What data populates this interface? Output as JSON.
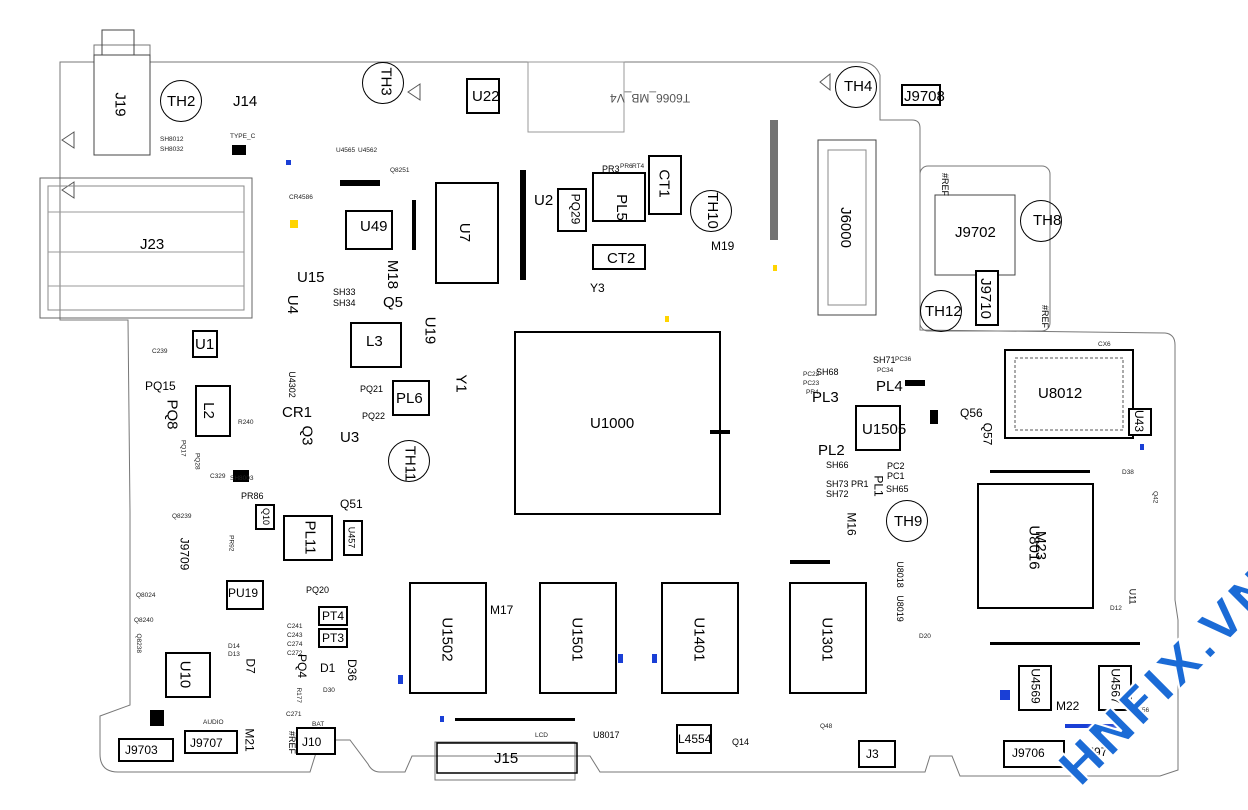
{
  "board": {
    "title": "T6066_MB_V4",
    "outline_color": "#777777",
    "chip_color": "#000000",
    "highlight_color": "#ffd400",
    "blue_marks_color": "#1a3fd6"
  },
  "watermark": {
    "text": "HNFIX.VN",
    "color": "#1b6bd6"
  },
  "components": {
    "J19": "J19",
    "TH2": "TH2",
    "J14": "J14",
    "TH3": "TH3",
    "U22": "U22",
    "TH4": "TH4",
    "J9708": "J9708",
    "U7": "U7",
    "U49": "U49",
    "J23": "J23",
    "U15": "U15",
    "M18": "M18",
    "Q5": "Q5",
    "U4": "U4",
    "U19": "U19",
    "L3": "L3",
    "U1": "U1",
    "PQ15": "PQ15",
    "L2": "L2",
    "PQ8": "PQ8",
    "U4302": "U4302",
    "CR1": "CR1",
    "U3": "U3",
    "Q3": "Q3",
    "PQ21": "PQ21",
    "PQ22": "PQ22",
    "PL6": "PL6",
    "Y1": "Y1",
    "TH11": "TH11",
    "U2": "U2",
    "PQ29": "PQ29",
    "PR3": "PR3",
    "PL5": "PL5",
    "CT1": "CT1",
    "CT2": "CT2",
    "Y3": "Y3",
    "TH10": "TH10",
    "M19": "M19",
    "U1000": "U1000",
    "J6000": "J6000",
    "TH8": "TH8",
    "J9702": "J9702",
    "J9710": "J9710",
    "TH12": "TH12",
    "U8012": "U8012",
    "Q56": "Q56",
    "Q57": "Q57",
    "U43": "U43",
    "U1505": "U1505",
    "PL3": "PL3",
    "PL4": "PL4",
    "PL2": "PL2",
    "PL1": "PL1",
    "TH9": "TH9",
    "M16": "M16",
    "U8016": "U8016",
    "M23": "M23",
    "Q51": "Q51",
    "Q10": "Q10",
    "PL11": "PL11",
    "U457": "U457",
    "J9709": "J9709",
    "PU19": "PU19",
    "PQ20": "PQ20",
    "PT4": "PT4",
    "PT3": "PT3",
    "U10": "U10",
    "D7": "D7",
    "PQ4": "PQ4",
    "D1": "D1",
    "D36": "D36",
    "J9703": "J9703",
    "J9707": "J9707",
    "M21": "M21",
    "J10": "J10",
    "U1502": "U1502",
    "M17": "M17",
    "U1501": "U1501",
    "U1401": "U1401",
    "U1301": "U1301",
    "J15": "J15",
    "L4554": "L4554",
    "Q14": "Q14",
    "J3": "J3",
    "U4569": "U4569",
    "U4567": "U4567",
    "M22": "M22",
    "J9706": "J9706",
    "J97": "J97",
    "SH68": "SH68",
    "SH71": "SH71",
    "SH66": "SH66",
    "SH73": "SH73",
    "SH72": "SH72",
    "SH65": "SH65",
    "SH33": "SH33",
    "SH34": "SH34",
    "PC2": "PC2",
    "PC1": "PC1",
    "PR1": "PR1",
    "PR86": "PR86",
    "U8018": "U8018",
    "U8019": "U8019",
    "U11": "U11",
    "U8017": "U8017"
  },
  "small_labels": {
    "ref1": "#REF",
    "ref2": "#REF",
    "ref3": "#REF",
    "audio": "AUDIO",
    "bat": "BAT",
    "lcd": "LCD",
    "typec": "TYPE_C",
    "cr4586": "CR4586",
    "q8251": "Q8251",
    "u4565": "U4565",
    "u4562": "U4562",
    "q8239": "Q8239",
    "q8024": "Q8024",
    "q8240": "Q8240",
    "q8238": "Q8238",
    "pc22": "PC22",
    "pc23": "PC23",
    "pc36": "PC36",
    "pc34": "PC34",
    "pr4": "PR4",
    "pr6": "PR6",
    "rt4": "RT4",
    "c239": "C239",
    "c329": "C329",
    "r240": "R240",
    "pq17": "PQ17",
    "pq28": "PQ28",
    "pr92": "PR92",
    "d14": "D14",
    "d13": "D13",
    "d30": "D30",
    "d20": "D20",
    "d12": "D12",
    "d38": "D38",
    "q48": "Q48",
    "q42": "Q42",
    "r177": "R177",
    "c271": "C271",
    "c241": "C241",
    "c243": "C243",
    "c274": "C274",
    "c272": "C272",
    "cx6": "CX6",
    "u4556": "U4556",
    "sh8003": "SH8003",
    "sh8012": "SH8012",
    "sh8032": "SH8032"
  }
}
